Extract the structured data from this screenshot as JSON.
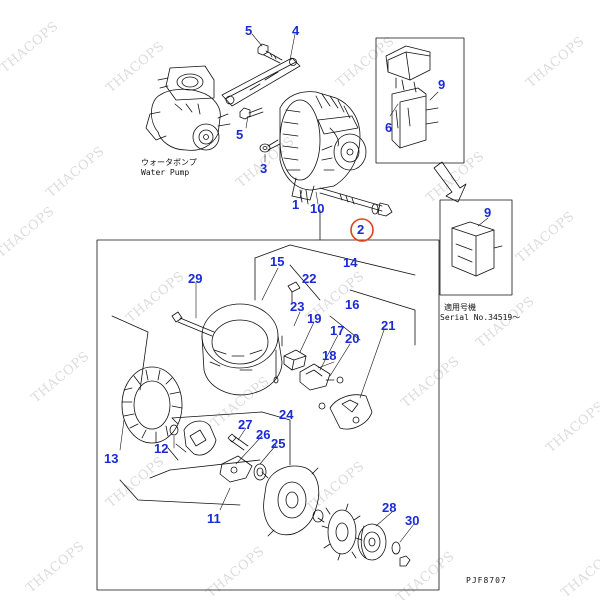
{
  "watermark": "THACOPS",
  "callouts": {
    "c5a": "5",
    "c4": "4",
    "c9a": "9",
    "c6": "6",
    "c5b": "5",
    "c3": "3",
    "c1": "1",
    "c10": "10",
    "c2": "2",
    "c9b": "9",
    "c15": "15",
    "c14": "14",
    "c22": "22",
    "c29": "29",
    "c23": "23",
    "c16": "16",
    "c19": "19",
    "c17": "17",
    "c21": "21",
    "c20": "20",
    "c18": "18",
    "c13": "13",
    "c24": "24",
    "c27": "27",
    "c26": "26",
    "c25": "25",
    "c12": "12",
    "c11": "11",
    "c28": "28",
    "c30": "30"
  },
  "labels": {
    "water_pump_jp": "ウォータポンプ",
    "water_pump_en": "Water Pump",
    "serial_jp": "適用号機",
    "serial_en": "Serial No.34519～",
    "drawing_code": "PJF8707"
  },
  "colors": {
    "callout": "#1a2bd6",
    "highlight_ring": "#e2401c",
    "line": "#111111",
    "watermark": "#dcdcdc"
  }
}
